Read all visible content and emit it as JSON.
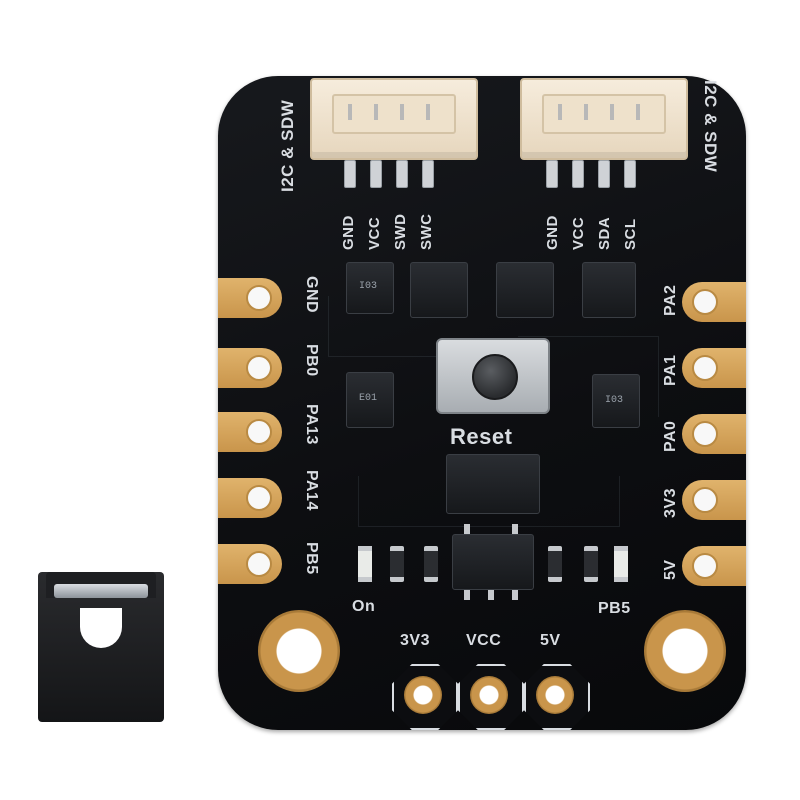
{
  "board": {
    "side_label": "I2C & SDW",
    "connector_left_pins": [
      "GND",
      "VCC",
      "SWD",
      "SWC"
    ],
    "connector_right_pins": [
      "GND",
      "VCC",
      "SDA",
      "SCL"
    ],
    "left_pins": [
      "GND",
      "PB0",
      "PA13",
      "PA14",
      "PB5"
    ],
    "right_pins": [
      "PA2",
      "PA1",
      "PA0",
      "3V3",
      "5V"
    ],
    "reset_label": "Reset",
    "led_on_label": "On",
    "led_pb5_label": "PB5",
    "bottom_header": [
      "3V3",
      "VCC",
      "5V"
    ],
    "chip_mark": "I03",
    "chip_mark_alt": "E01"
  },
  "colors": {
    "board": "#0d0e11",
    "silkscreen": "#d9dde2",
    "gold": "#c9954b",
    "connector": "#f0e4d0"
  }
}
